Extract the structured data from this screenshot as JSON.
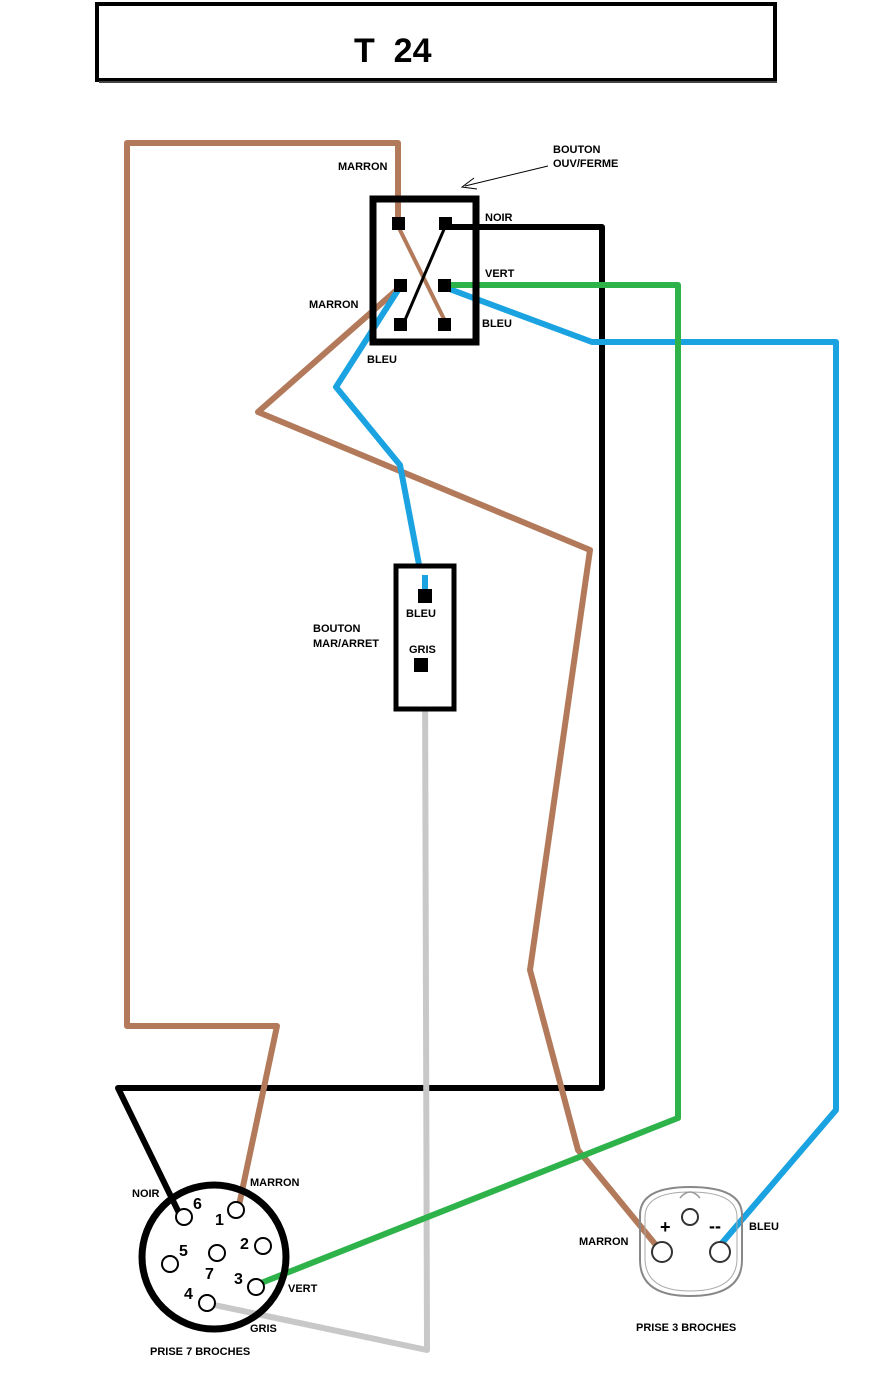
{
  "title": "T  24",
  "colors": {
    "marron": "#b27a5a",
    "bleu": "#1aa3e0",
    "vert": "#2db34a",
    "gris": "#c8c8c8",
    "noir": "#000000"
  },
  "switch_top": {
    "title_line1": "BOUTON",
    "title_line2": "OUV/FERME",
    "label_noir": "NOIR",
    "label_vert": "VERT",
    "label_bleu_right": "BLEU",
    "label_marron_top": "MARRON",
    "label_marron_left": "MARRON",
    "label_bleu_bottom": "BLEU"
  },
  "switch_onoff": {
    "title_line1": "BOUTON",
    "title_line2": "MAR/ARRET",
    "label_bleu": "BLEU",
    "label_gris": "GRIS"
  },
  "plug7": {
    "caption": "PRISE 7 BROCHES",
    "pins": [
      "1",
      "2",
      "3",
      "4",
      "5",
      "6",
      "7"
    ],
    "label_noir": "NOIR",
    "label_marron": "MARRON",
    "label_vert": "VERT",
    "label_gris": "GRIS"
  },
  "plug3": {
    "caption": "PRISE 3 BROCHES",
    "plus": "+",
    "minus": "--",
    "label_marron": "MARRON",
    "label_bleu": "BLEU"
  }
}
